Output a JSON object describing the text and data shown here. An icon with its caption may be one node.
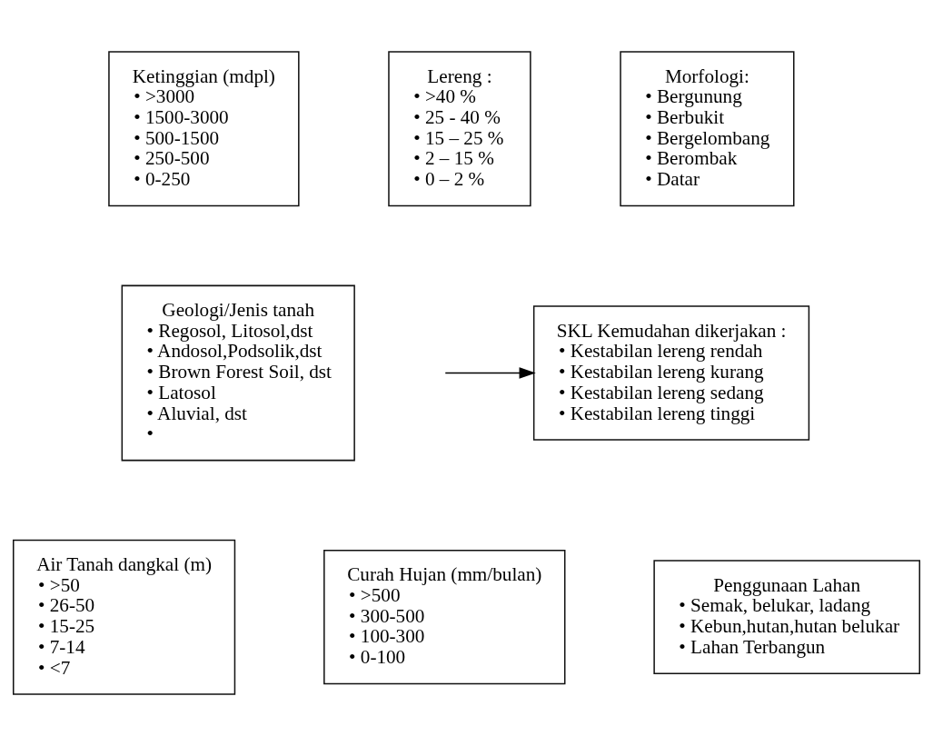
{
  "diagram": {
    "nodes": [
      {
        "text": [
          "Ketinggian (mdpl)",
          "• >3000",
          "• 1500-3000",
          "• 500-1500",
          "• 250-500",
          "• 0-250"
        ]
      },
      {
        "text": [
          "Lereng :",
          "• >40 %",
          "• 25 - 40 %",
          "• 15 – 25 %",
          "• 2 – 15 %",
          "• 0 – 2 %"
        ]
      },
      {
        "text": [
          "Morfologi:",
          "• Bergunung",
          "• Berbukit",
          "• Bergelombang",
          "• Berombak",
          "• Datar"
        ]
      },
      {
        "text": [
          "Geologi/Jenis tanah",
          "• Regosol, Litosol,dst",
          "• Andosol,Podsolik,dst",
          "• Brown Forest Soil, dst",
          "• Latosol",
          "• Aluvial, dst",
          "•"
        ]
      },
      {
        "text": [
          "SKL Kemudahan dikerjakan :",
          "• Kestabilan lereng rendah",
          "• Kestabilan lereng kurang",
          "• Kestabilan lereng sedang",
          "• Kestabilan lereng tinggi"
        ]
      },
      {
        "text": [
          "Air Tanah dangkal (m)",
          "• >50",
          "• 26-50",
          "• 15-25",
          "• 7-14",
          "• <7"
        ]
      },
      {
        "text": [
          "Curah Hujan (mm/bulan)",
          "• >500",
          "• 300-500",
          "• 100-300",
          "• 0-100"
        ]
      },
      {
        "text": [
          "Penggunaan Lahan",
          "• Semak, belukar, ladang",
          "• Kebun,hutan,hutan belukar",
          "• Lahan Terbangun"
        ]
      }
    ],
    "edges": [
      {
        "from": null,
        "to": 4,
        "arrow": "to"
      }
    ]
  }
}
